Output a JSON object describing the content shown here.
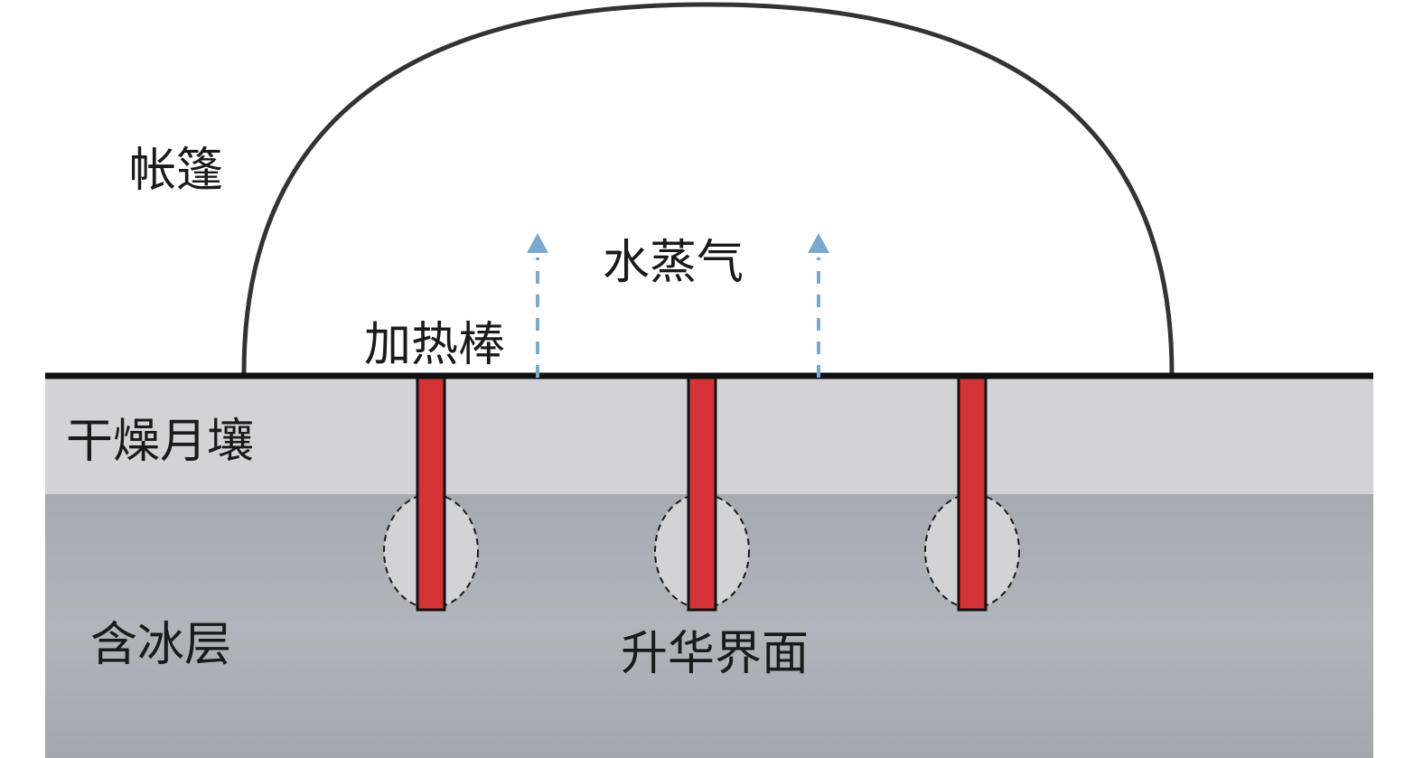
{
  "diagram": {
    "labels": {
      "tent": "帐篷",
      "water_vapor": "水蒸气",
      "heating_rod": "加热棒",
      "dry_regolith": "干燥月壤",
      "ice_layer": "含冰层",
      "sublimation_interface": "升华界面"
    },
    "heating_rod_count": 3,
    "vapor_arrow_count": 2
  },
  "colors": {
    "tent_outline": "#333333",
    "ground_line": "#111111",
    "dry_regolith": "#d3d3d6",
    "ice_layer": "#a9acb3",
    "heating_rod": "#d33237",
    "sublimation_zone": "#d3d3d6",
    "vapor_arrow": "#7aa9cf"
  }
}
